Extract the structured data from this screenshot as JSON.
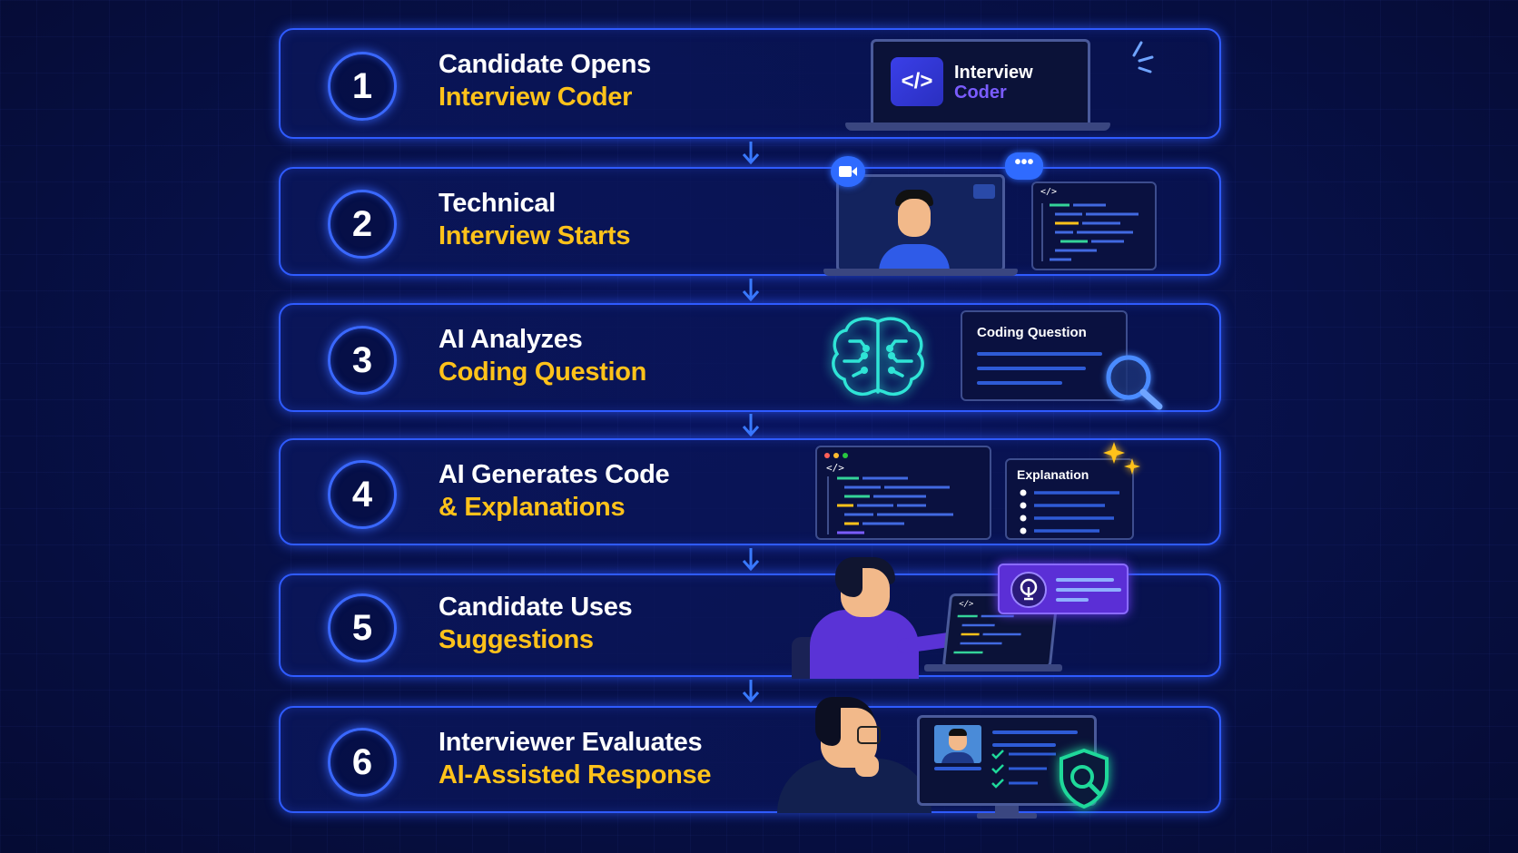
{
  "steps": [
    {
      "number": "1",
      "line1": "Candidate Opens",
      "line2": "Interview Coder"
    },
    {
      "number": "2",
      "line1": "Technical",
      "line2": "Interview Starts"
    },
    {
      "number": "3",
      "line1": "AI Analyzes",
      "line2": "Coding Question"
    },
    {
      "number": "4",
      "line1": "AI Generates Code",
      "line2": "& Explanations"
    },
    {
      "number": "5",
      "line1": "Candidate Uses",
      "line2": "Suggestions"
    },
    {
      "number": "6",
      "line1": "Interviewer Evaluates",
      "line2": "AI-Assisted Response"
    }
  ],
  "app_logo": {
    "line1": "Interview",
    "line2": "Coder",
    "glyph": "</>"
  },
  "code_glyph": "</>",
  "panels": {
    "coding_question": "Coding Question",
    "explanation": "Explanation"
  },
  "colors": {
    "background": "#071046",
    "border": "#2f5bff",
    "title_white": "#ffffff",
    "title_yellow": "#ffc21a",
    "brain_teal": "#2fe4d6",
    "shield_green": "#1fd89a",
    "bulb_purple": "#6b3df0"
  }
}
